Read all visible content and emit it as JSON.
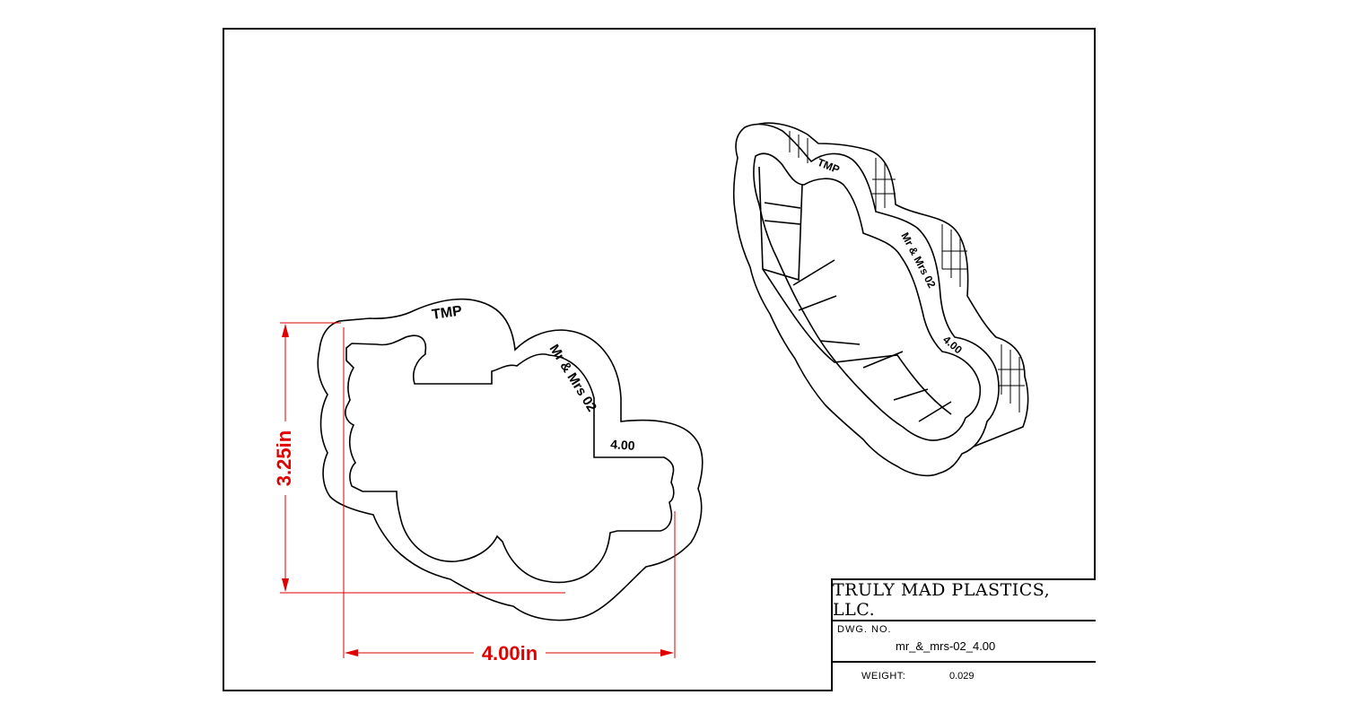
{
  "drawing": {
    "dimensions": {
      "height_label": "3.25in",
      "width_label": "4.00in",
      "color": "#e00000"
    },
    "part_engraving": {
      "brand": "TMP",
      "name": "Mr & Mrs 02",
      "size": "4.00"
    }
  },
  "title_block": {
    "company": "TRULY MAD PLASTICS, LLC.",
    "dwg_no_label": "DWG. NO.",
    "dwg_no_value": "mr_&_mrs-02_4.00",
    "weight_label": "WEIGHT:",
    "weight_value": "0.029"
  }
}
